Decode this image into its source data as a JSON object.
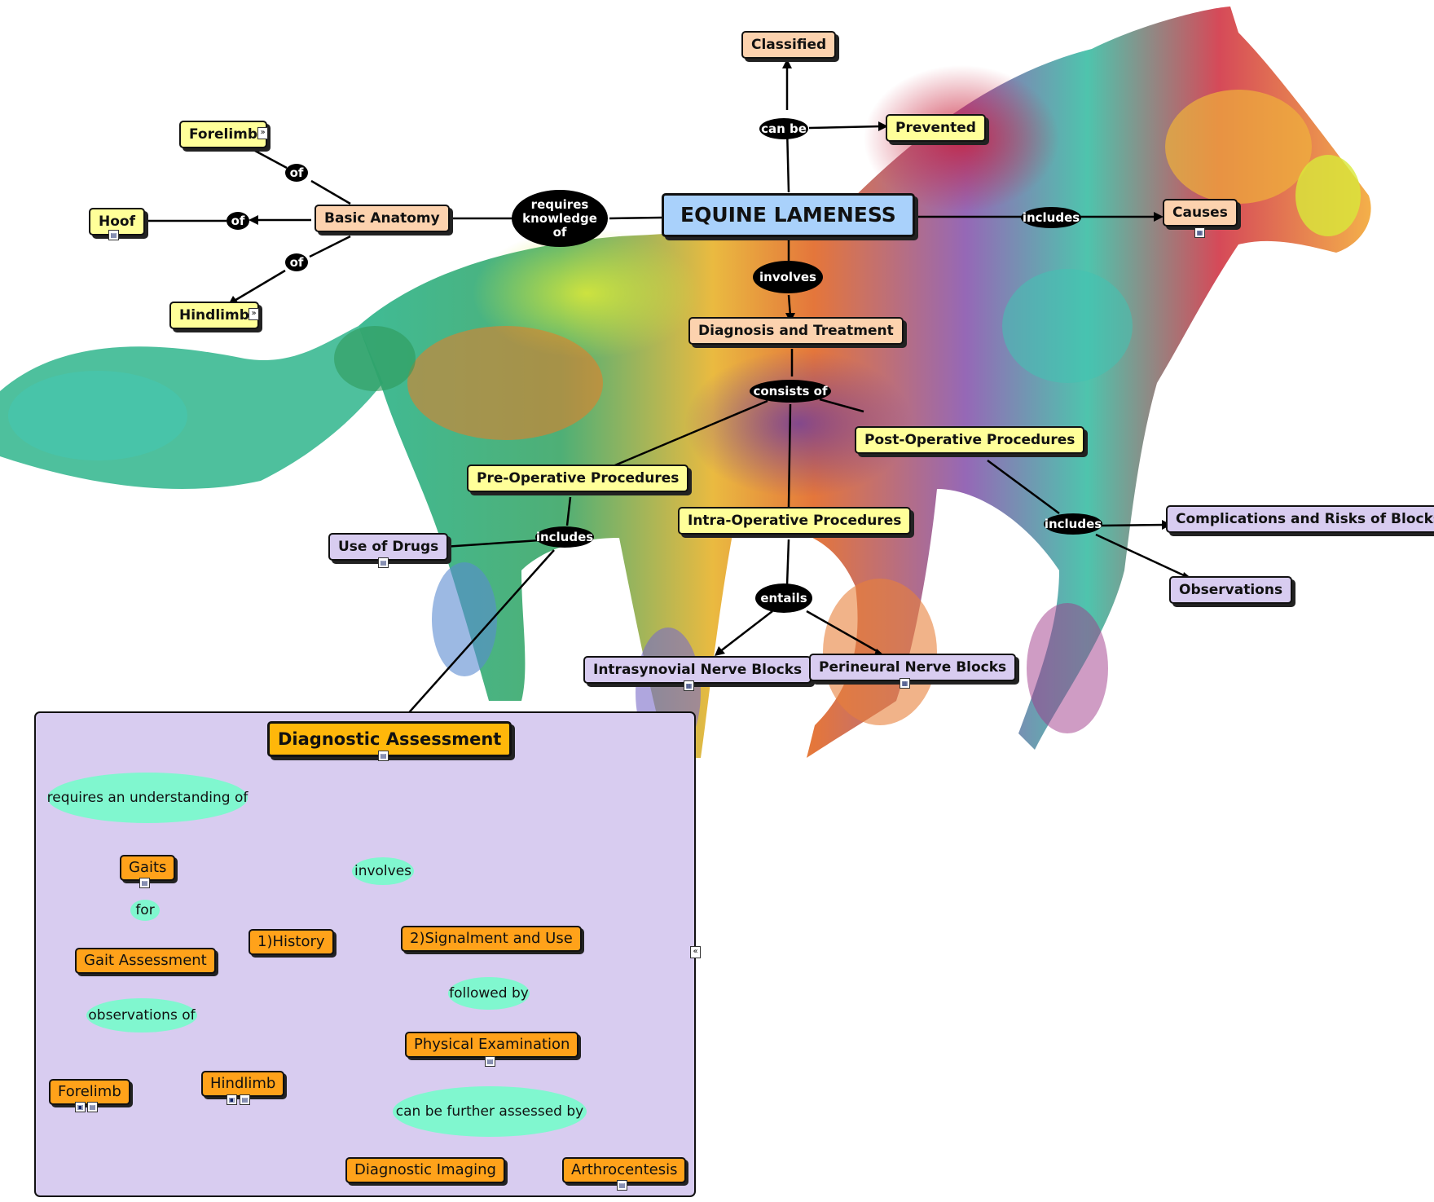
{
  "central": "EQUINE LAMENESS",
  "nodes": {
    "classified": "Classified",
    "prevented": "Prevented",
    "causes": "Causes",
    "basic_anatomy": "Basic Anatomy",
    "forelimb": "Forelimb",
    "hoof": "Hoof",
    "hindlimb": "Hindlimb",
    "diagnosis_treatment": "Diagnosis and Treatment",
    "pre_op": "Pre-Operative Procedures",
    "intra_op": "Intra-Operative Procedures",
    "post_op": "Post-Operative Procedures",
    "use_of_drugs": "Use of Drugs",
    "intrasynovial": "Intrasynovial Nerve Blocks",
    "perineural": "Perineural Nerve Blocks",
    "complications": "Complications and Risks of Blocks",
    "observations": "Observations"
  },
  "links": {
    "can_be": "can be",
    "includes_causes": "includes",
    "requires": "requires knowledge of",
    "of_forelimb": "of",
    "of_hoof": "of",
    "of_hindlimb": "of",
    "involves": "involves",
    "consists_of": "consists of",
    "includes_pre": "includes",
    "entails": "entails",
    "includes_post": "includes"
  },
  "panel": {
    "title": "Diagnostic Assessment",
    "nodes": {
      "gaits": "Gaits",
      "gait_assessment": "Gait Assessment",
      "forelimb": "Forelimb",
      "hindlimb": "Hindlimb",
      "history": "1)History",
      "signalment": "2)Signalment and Use",
      "physical_exam": "Physical Examination",
      "diagnostic_imaging": "Diagnostic Imaging",
      "arthrocentesis": "Arthrocentesis"
    },
    "links": {
      "requires_understanding": "requires an understanding of",
      "for": "for",
      "observations_of": "observations of",
      "involves": "involves",
      "followed_by": "followed by",
      "further_assessed": "can be further assessed by"
    }
  },
  "colors": {
    "central": "#a9d1fb",
    "peach": "#fcd2ae",
    "yellow": "#ffff99",
    "lavender": "#d8ccf0",
    "orange": "#ffa21a",
    "link_dark": "#000000",
    "link_green": "#80f7cf"
  },
  "background": "watercolor-horse-image"
}
